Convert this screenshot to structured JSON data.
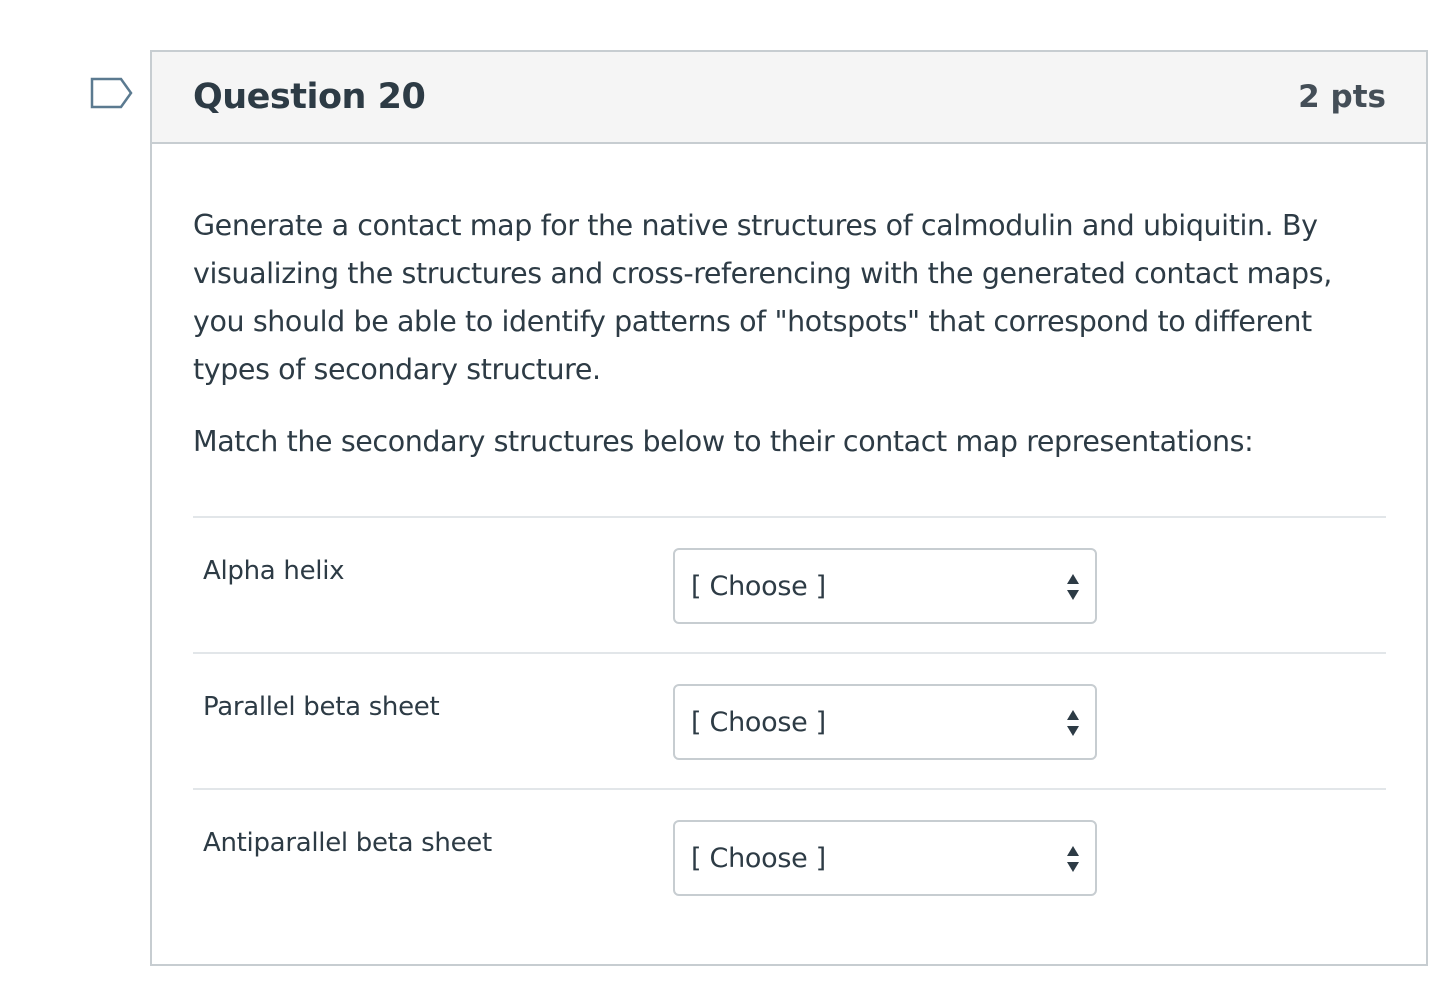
{
  "question": {
    "title": "Question 20",
    "points": "2 pts",
    "paragraphs": [
      "Generate a contact map for the native structures of calmodulin and ubiquitin. By visualizing the structures and cross-referencing with the generated contact maps, you should be able to identify patterns of \"hotspots\" that correspond to different types of secondary structure.",
      "Match the secondary structures below to their contact map representations:"
    ],
    "answers": [
      {
        "label": "Alpha helix",
        "selected": "[ Choose ]"
      },
      {
        "label": "Parallel beta sheet",
        "selected": "[ Choose ]"
      },
      {
        "label": "Antiparallel beta sheet",
        "selected": "[ Choose ]"
      }
    ]
  },
  "icons": {
    "flag": "flag-question-icon",
    "select_arrows": "select-arrows-icon"
  },
  "colors": {
    "text": "#2d3b45",
    "border": "#c7cdd1",
    "header_bg": "#f5f5f5",
    "flag_stroke": "#5b7a90"
  }
}
